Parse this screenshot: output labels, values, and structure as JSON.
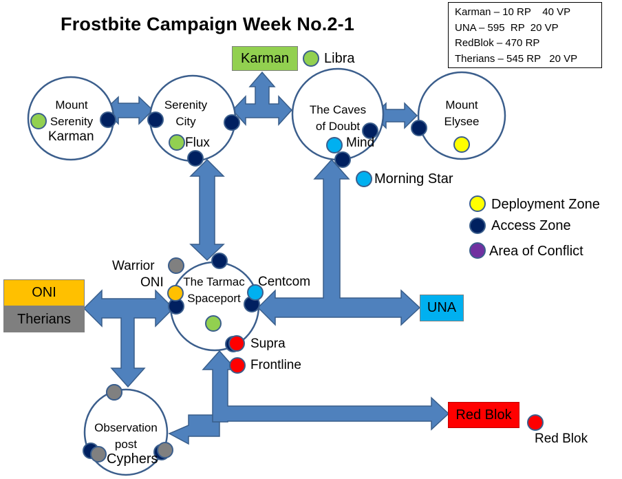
{
  "title": "Frostbite Campaign Week No.2-1",
  "scoreboard": [
    {
      "text": "Karman – 10 RP    40 VP"
    },
    {
      "text": "UNA – 595  RP  20 VP"
    },
    {
      "text": "RedBlok – 470 RP"
    },
    {
      "text": "Therians – 545 RP   20 VP"
    }
  ],
  "nodes": {
    "mount_serenity": {
      "label_line1": "Mount",
      "label_line2": "Serenity"
    },
    "serenity_city": {
      "label_line1": "Serenity",
      "label_line2": "City"
    },
    "caves_of_doubt": {
      "label_line1": "The Caves",
      "label_line2": "of Doubt"
    },
    "mount_elysee": {
      "label_line1": "Mount",
      "label_line2": "Elysee"
    },
    "tarmac": {
      "label_line1": "The Tarmac",
      "label_line2": "Spaceport"
    },
    "observation_post": {
      "label_line1": "Observation",
      "label_line2": "post"
    }
  },
  "faction_boxes": {
    "karman": {
      "label": "Karman",
      "color": "#92d050"
    },
    "oni": {
      "label": "ONI",
      "color": "#ffc000"
    },
    "therians": {
      "label": "Therians",
      "color": "#7f7f7f"
    },
    "una": {
      "label": "UNA",
      "color": "#00b0f0"
    },
    "red_blok": {
      "label": "Red Blok",
      "color": "#ff0000"
    }
  },
  "unit_labels": {
    "libra": "Libra",
    "karman": "Karman",
    "flux": "Flux",
    "mind": "Mind",
    "morning_star": "Morning Star",
    "warrior": "Warrior",
    "oni": "ONI",
    "centcom": "Centcom",
    "supra": "Supra",
    "frontline": "Frontline",
    "cyphers": "Cyphers",
    "red_blok": "Red Blok"
  },
  "legend": [
    {
      "label": "Deployment Zone",
      "color": "#ffff00"
    },
    {
      "label": "Access Zone",
      "color": "#002060"
    },
    {
      "label": "Area of Conflict",
      "color": "#7030a0"
    }
  ],
  "colors": {
    "arrow_fill": "#4f81bd",
    "arrow_stroke": "#385d8a",
    "node_stroke": "#3b5e8c",
    "access": "#002060",
    "deploy": "#ffff00",
    "karman_unit": "#92d050",
    "una_unit": "#00b0f0",
    "oni_unit": "#ffc000",
    "therian_unit": "#808080",
    "redblok_unit": "#ff0000"
  }
}
